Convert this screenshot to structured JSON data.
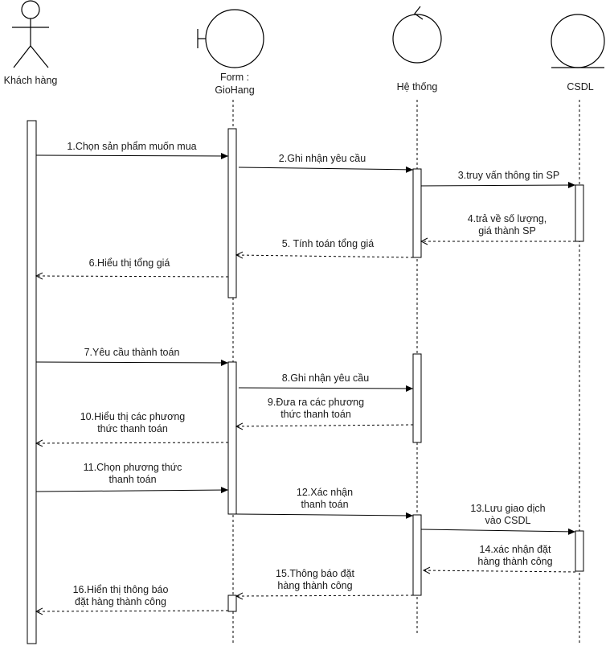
{
  "participants": [
    {
      "id": "customer",
      "label": "Khách hàng",
      "kind": "actor"
    },
    {
      "id": "form",
      "label": "Form :\nGioHang",
      "kind": "boundary"
    },
    {
      "id": "system",
      "label": "Hệ thống",
      "kind": "control"
    },
    {
      "id": "db",
      "label": "CSDL",
      "kind": "entity"
    }
  ],
  "messages": [
    {
      "n": "1",
      "label": "1.Chọn sản phẩm muốn mua",
      "from": "customer",
      "to": "form",
      "type": "sync"
    },
    {
      "n": "2",
      "label": "2.Ghi nhận yêu cầu",
      "from": "form",
      "to": "system",
      "type": "sync"
    },
    {
      "n": "3",
      "label": "3.truy vấn thông tin SP",
      "from": "system",
      "to": "db",
      "type": "sync"
    },
    {
      "n": "4",
      "label": "4.trả về số lượng,\ngiá thành SP",
      "from": "db",
      "to": "system",
      "type": "return"
    },
    {
      "n": "5",
      "label": "5. Tính toán tổng giá",
      "from": "system",
      "to": "form",
      "type": "return"
    },
    {
      "n": "6",
      "label": "6.Hiểu thị tổng giá",
      "from": "form",
      "to": "customer",
      "type": "return"
    },
    {
      "n": "7",
      "label": "7.Yêu cầu thành toán",
      "from": "customer",
      "to": "form",
      "type": "sync"
    },
    {
      "n": "8",
      "label": "8.Ghi nhận yêu cầu",
      "from": "form",
      "to": "system",
      "type": "sync"
    },
    {
      "n": "9",
      "label": "9.Đưa ra các phương\nthức thanh toán",
      "from": "system",
      "to": "form",
      "type": "return"
    },
    {
      "n": "10",
      "label": "10.Hiểu thị các phương\nthức thanh toán",
      "from": "form",
      "to": "customer",
      "type": "return"
    },
    {
      "n": "11",
      "label": "11.Chọn phương thức\nthanh toán",
      "from": "customer",
      "to": "form",
      "type": "sync"
    },
    {
      "n": "12",
      "label": "12.Xác nhận\nthanh toán",
      "from": "form",
      "to": "system",
      "type": "sync"
    },
    {
      "n": "13",
      "label": "13.Lưu giao dịch\nvào CSDL",
      "from": "system",
      "to": "db",
      "type": "sync"
    },
    {
      "n": "14",
      "label": "14.xác nhận đặt\nhàng thành công",
      "from": "db",
      "to": "system",
      "type": "return"
    },
    {
      "n": "15",
      "label": "15.Thông báo đặt\nhàng thành công",
      "from": "system",
      "to": "form",
      "type": "return"
    },
    {
      "n": "16",
      "label": "16.Hiển thị thông báo\nđặt hàng thành công",
      "from": "form",
      "to": "customer",
      "type": "return"
    }
  ]
}
